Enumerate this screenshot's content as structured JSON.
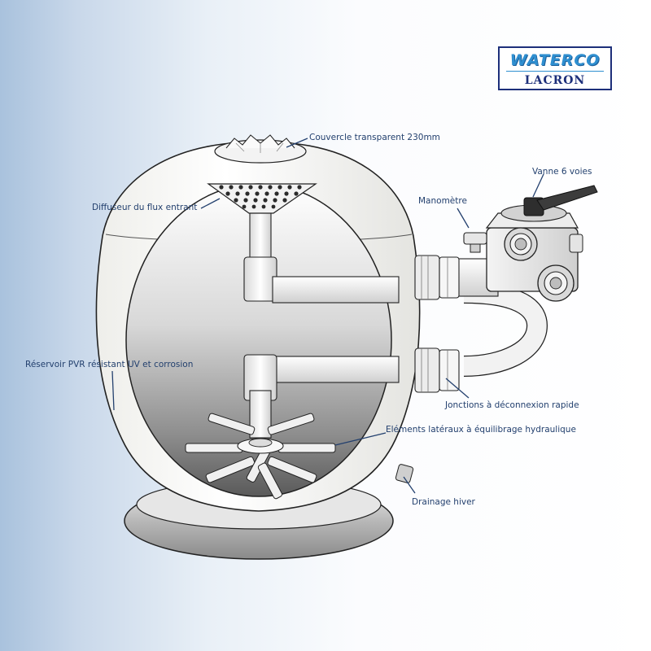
{
  "logo": {
    "brand": "WATERCO",
    "model": "LACRON"
  },
  "labels": {
    "cover": "Couvercle transparent 230mm",
    "valve": "Vanne 6 voies",
    "gauge": "Manomètre",
    "diffuser": "Diffuseur du flux entrant",
    "tank": "Réservoir PVR résistant UV et corrosion",
    "unions": "Jonctions à déconnexion rapide",
    "laterals": "Eléments latéraux à équilibrage hydraulique",
    "drain": "Drainage hiver"
  },
  "colors": {
    "label": "#23406e",
    "leader": "#23406e",
    "outline": "#222222"
  }
}
